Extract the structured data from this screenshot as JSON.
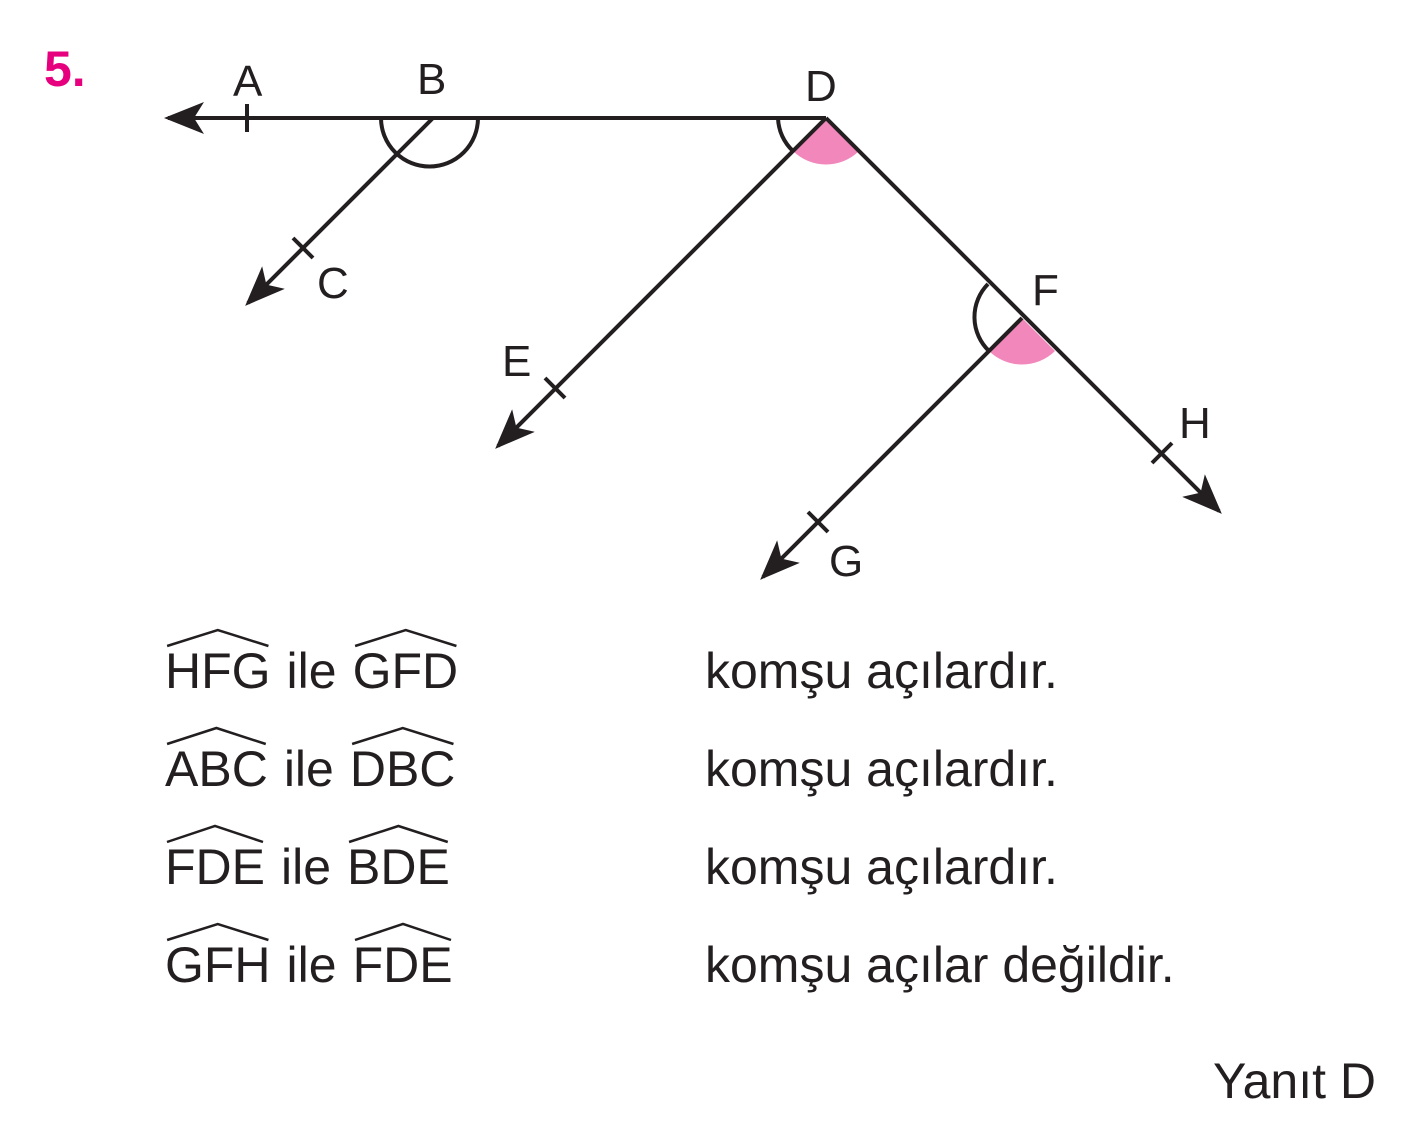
{
  "question_number": "5.",
  "accent_color": "#e6007e",
  "angle_fill_color": "#f287bb",
  "line_color": "#231f20",
  "points": {
    "A": "A",
    "B": "B",
    "C": "C",
    "D": "D",
    "E": "E",
    "F": "F",
    "G": "G",
    "H": "H"
  },
  "statements": [
    {
      "angle1": "HFG",
      "connector": "ile",
      "angle2": "GFD",
      "verdict": "komşu açılardır."
    },
    {
      "angle1": "ABC",
      "connector": "ile",
      "angle2": "DBC",
      "verdict": "komşu açılardır."
    },
    {
      "angle1": "FDE",
      "connector": "ile",
      "angle2": "BDE",
      "verdict": "komşu açılardır."
    },
    {
      "angle1": "GFH",
      "connector": "ile",
      "angle2": "FDE",
      "verdict": "komşu açılar değildir."
    }
  ],
  "answer": "Yanıt D"
}
